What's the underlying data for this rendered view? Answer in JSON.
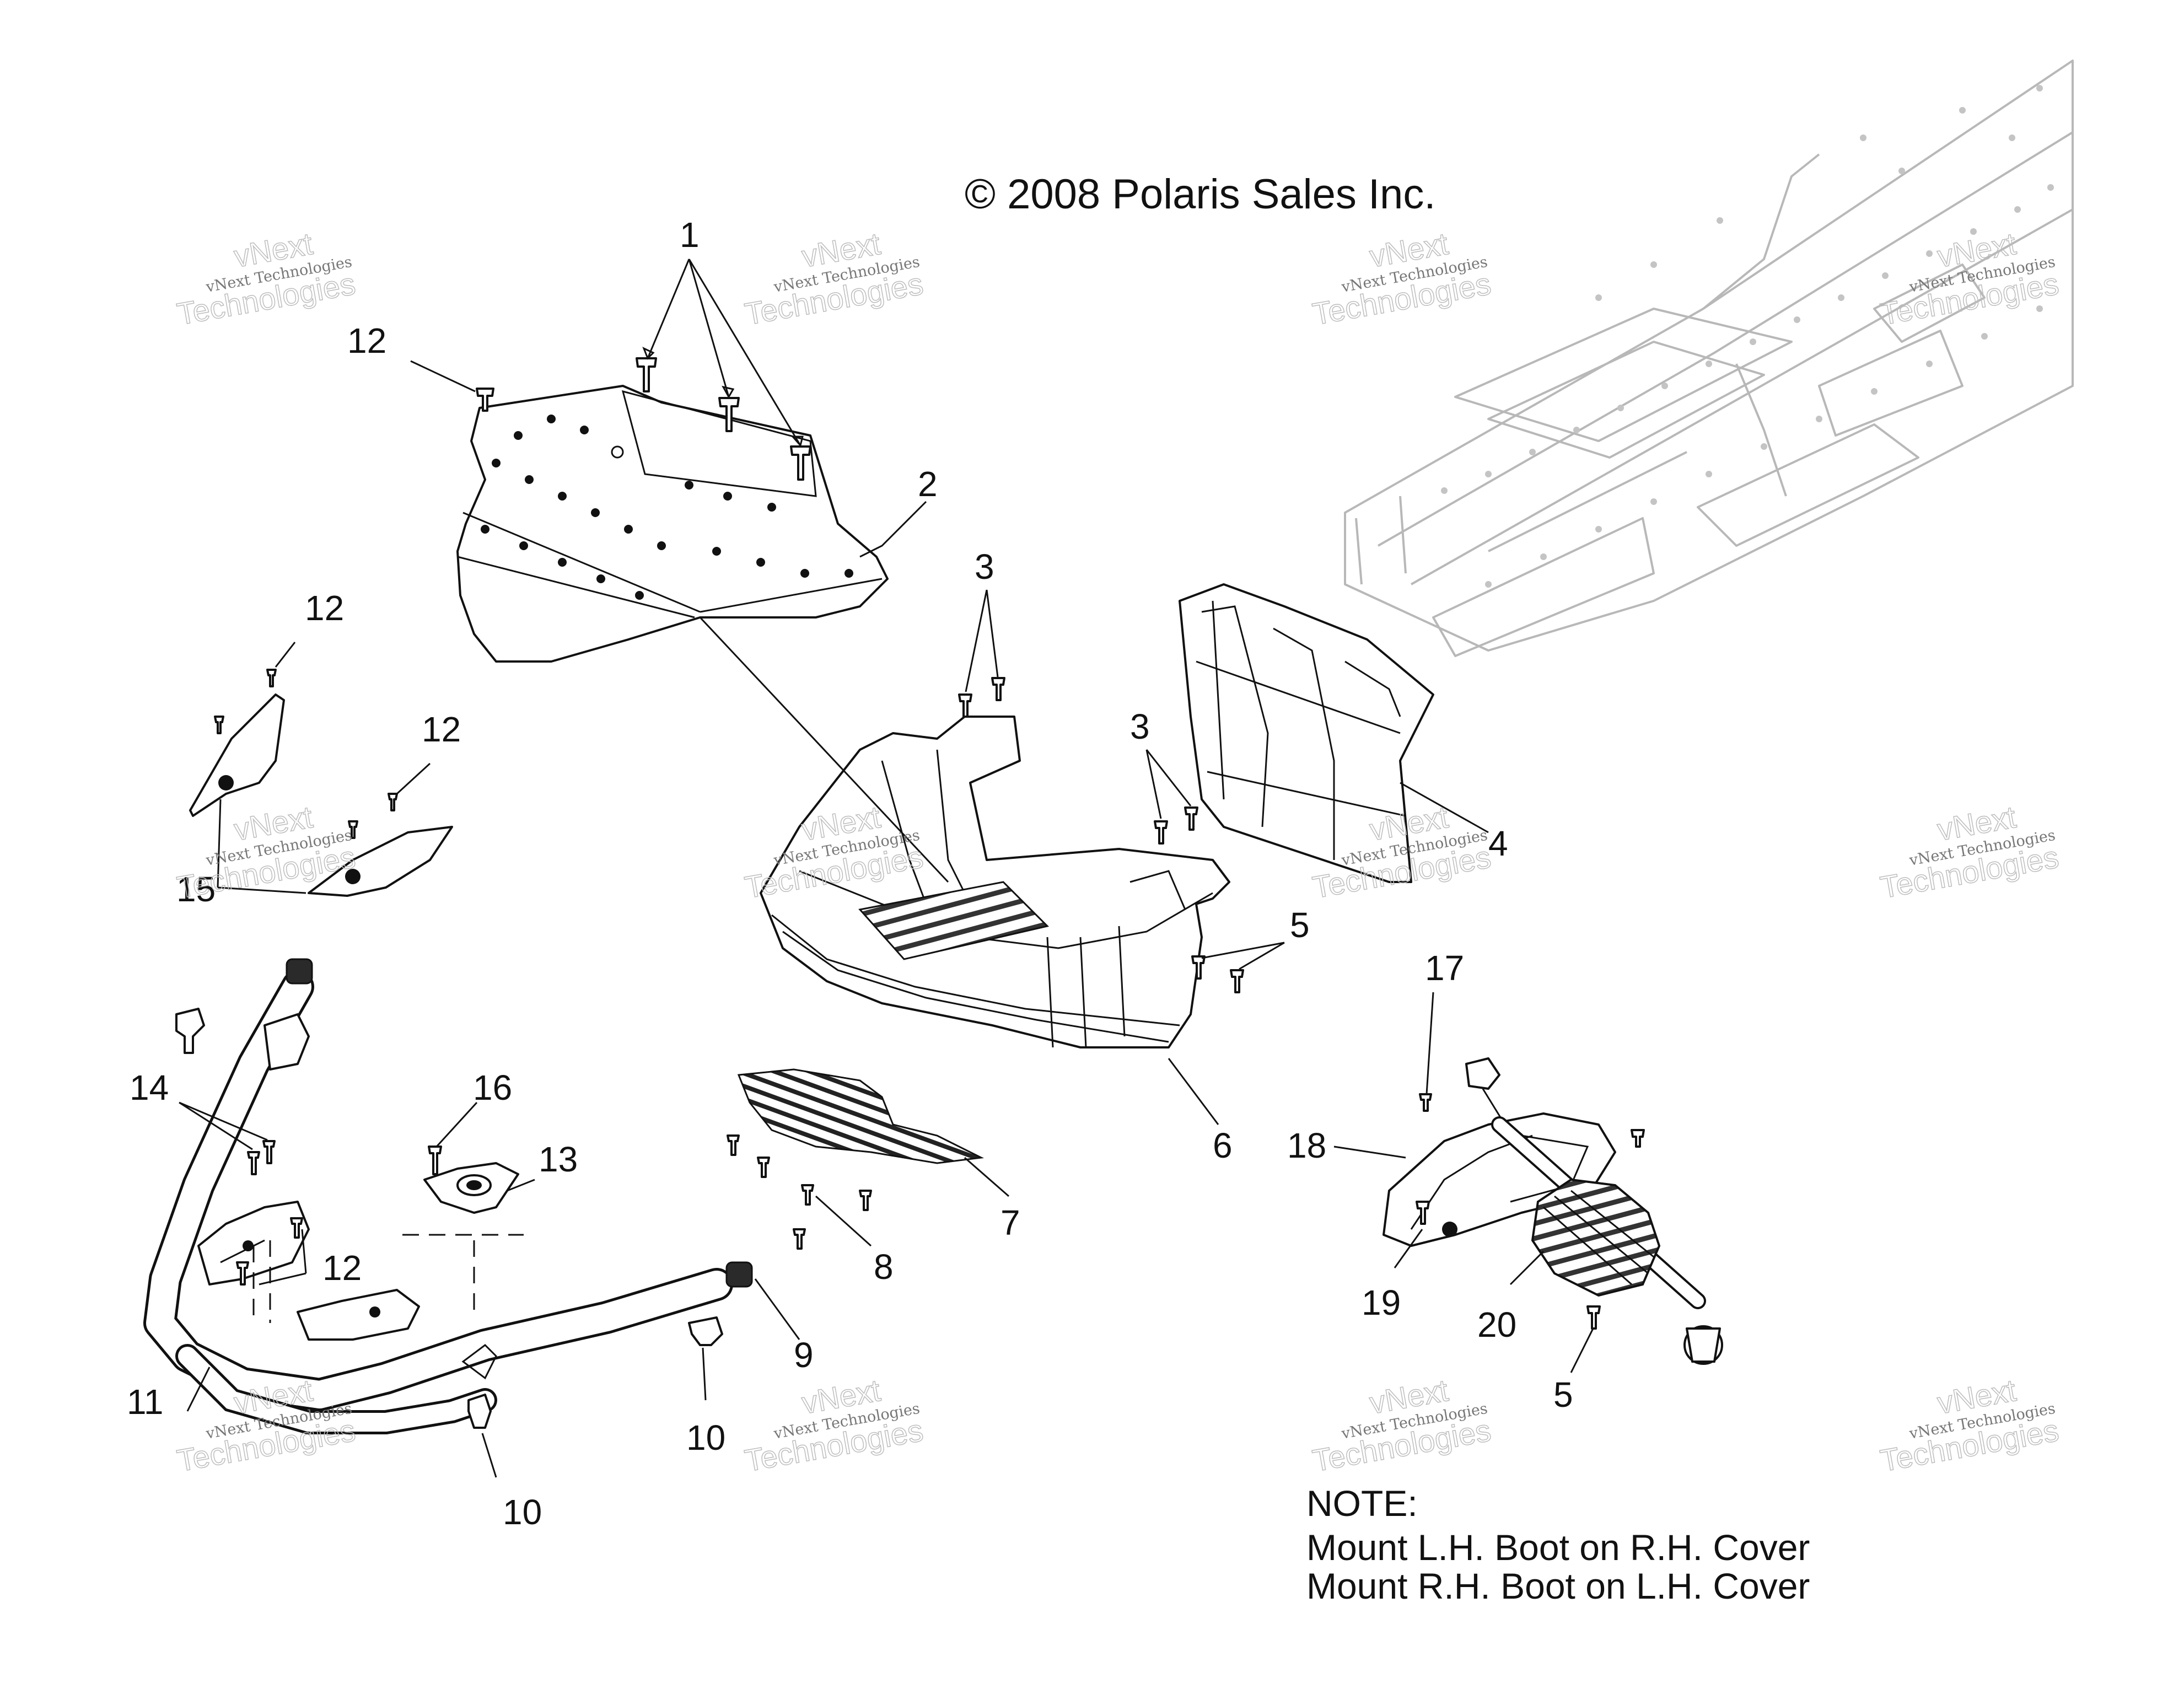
{
  "copyright": "© 2008 Polaris Sales Inc.",
  "note": {
    "heading": "NOTE:",
    "lines": [
      "Mount L.H. Boot on R.H. Cover",
      "Mount R.H. Boot on L.H. Cover"
    ]
  },
  "watermark": {
    "brand": "vNext",
    "line1": "vNext Technologies",
    "line2": "Technologies"
  },
  "callouts": {
    "c1": "1",
    "c2": "2",
    "c3a": "3",
    "c3b": "3",
    "c4": "4",
    "c5a": "5",
    "c5b": "5",
    "c6": "6",
    "c7": "7",
    "c8": "8",
    "c9": "9",
    "c10a": "10",
    "c10b": "10",
    "c11": "11",
    "c12a": "12",
    "c12b": "12",
    "c12c": "12",
    "c12d": "12",
    "c13": "13",
    "c14": "14",
    "c15": "15",
    "c16": "16",
    "c17": "17",
    "c18": "18",
    "c19": "19",
    "c20": "20"
  }
}
